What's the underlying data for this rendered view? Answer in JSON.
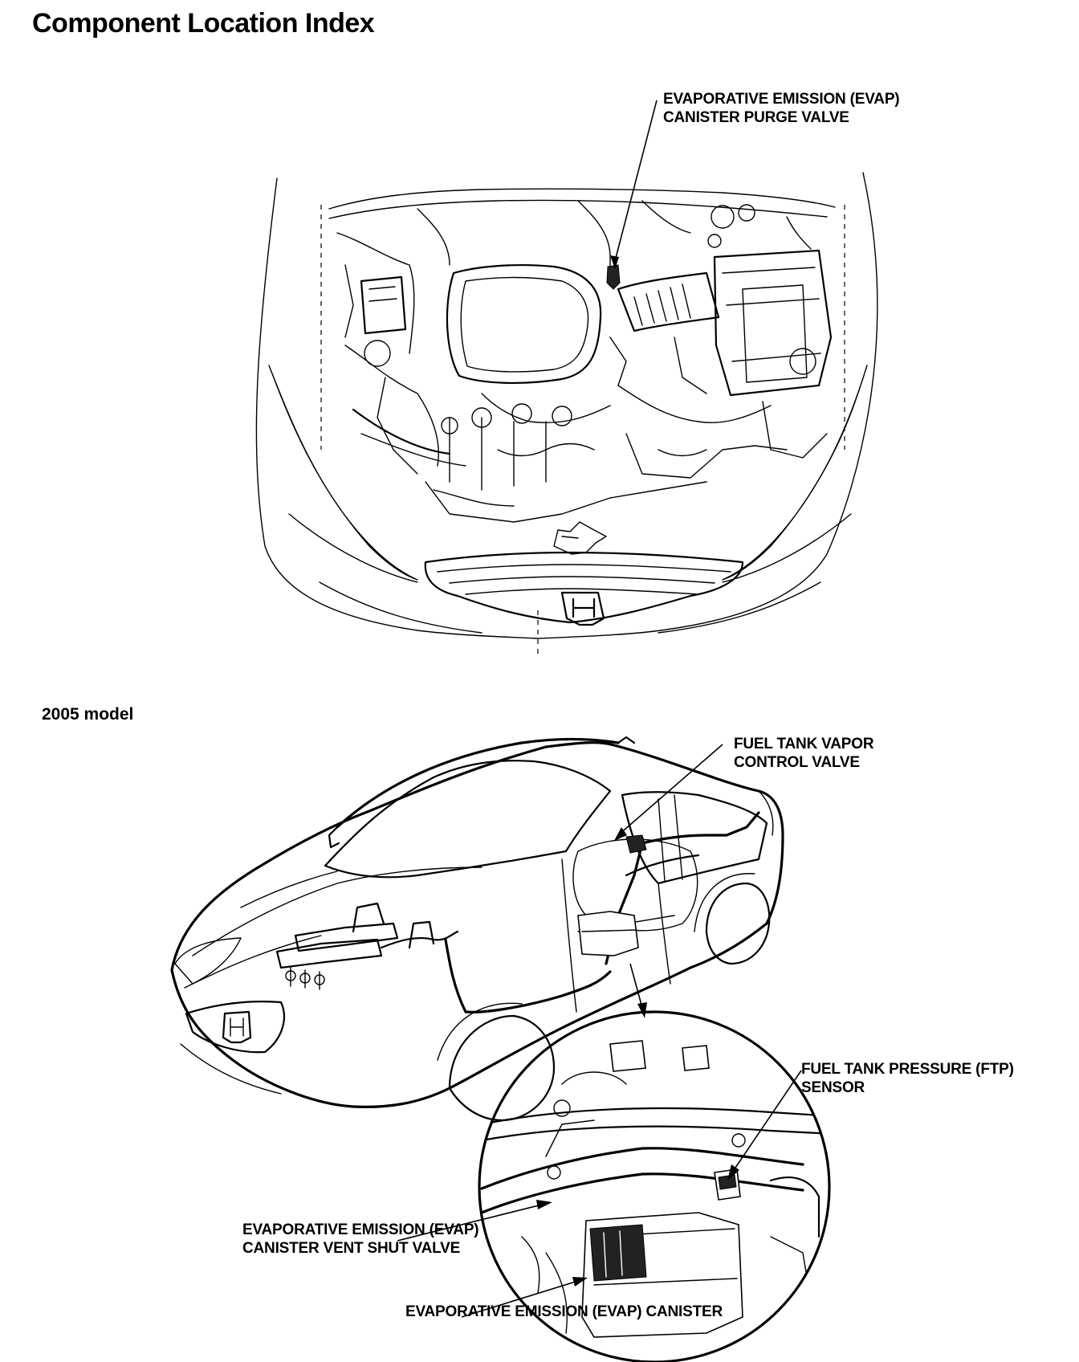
{
  "page": {
    "title": "Component Location Index",
    "model_label": "2005 model"
  },
  "callouts": {
    "purge_valve": {
      "line1": "EVAPORATIVE EMISSION (EVAP)",
      "line2": "CANISTER PURGE VALVE"
    },
    "vapor_valve": {
      "line1": "FUEL TANK VAPOR",
      "line2": "CONTROL VALVE"
    },
    "ftp_sensor": {
      "line1": "FUEL TANK PRESSURE (FTP)",
      "line2": "SENSOR"
    },
    "vent_shut_valve": {
      "line1": "EVAPORATIVE EMISSION (EVAP)",
      "line2": "CANISTER VENT SHUT VALVE"
    },
    "canister": {
      "line1": "EVAPORATIVE EMISSION (EVAP) CANISTER"
    }
  }
}
